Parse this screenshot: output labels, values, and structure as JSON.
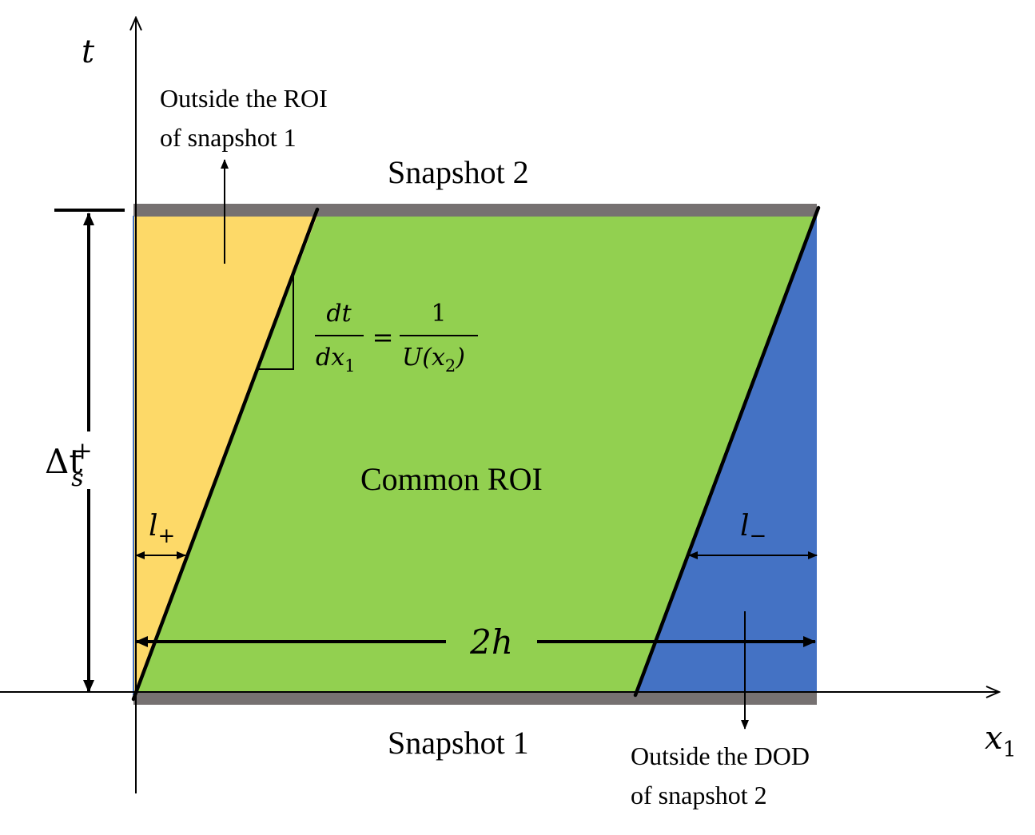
{
  "axes": {
    "t_label": "t",
    "x_label": "x",
    "x_label_subscript": "1"
  },
  "regions": {
    "common_roi": "Common ROI",
    "snapshot_top": "Snapshot 2",
    "snapshot_bottom": "Snapshot 1"
  },
  "annotations": {
    "outside_roi_line1": "Outside the ROI",
    "outside_roi_line2": "of snapshot 1",
    "outside_dod_line1": "Outside the DOD",
    "outside_dod_line2": "of snapshot 2"
  },
  "slope_equation": {
    "lhs_numerator": "dt",
    "lhs_denominator_base": "dx",
    "lhs_denominator_sub": "1",
    "equals": "=",
    "rhs_numerator": "1",
    "rhs_denominator_pre": "U(x",
    "rhs_denominator_sub": "2",
    "rhs_denominator_post": ")"
  },
  "dimensions": {
    "delta_t_base": "Δt",
    "delta_t_sub": "s",
    "delta_t_sup": "+",
    "width_label": "2h",
    "l_plus_base": "l",
    "l_plus_sub": "+",
    "l_minus_base": "l",
    "l_minus_sub": "−"
  },
  "colors": {
    "yellow_region": "#FDD968",
    "green_region": "#92D050",
    "blue_region": "#4472C4",
    "snapshot_bar": "#767171",
    "ink": "#000000"
  }
}
